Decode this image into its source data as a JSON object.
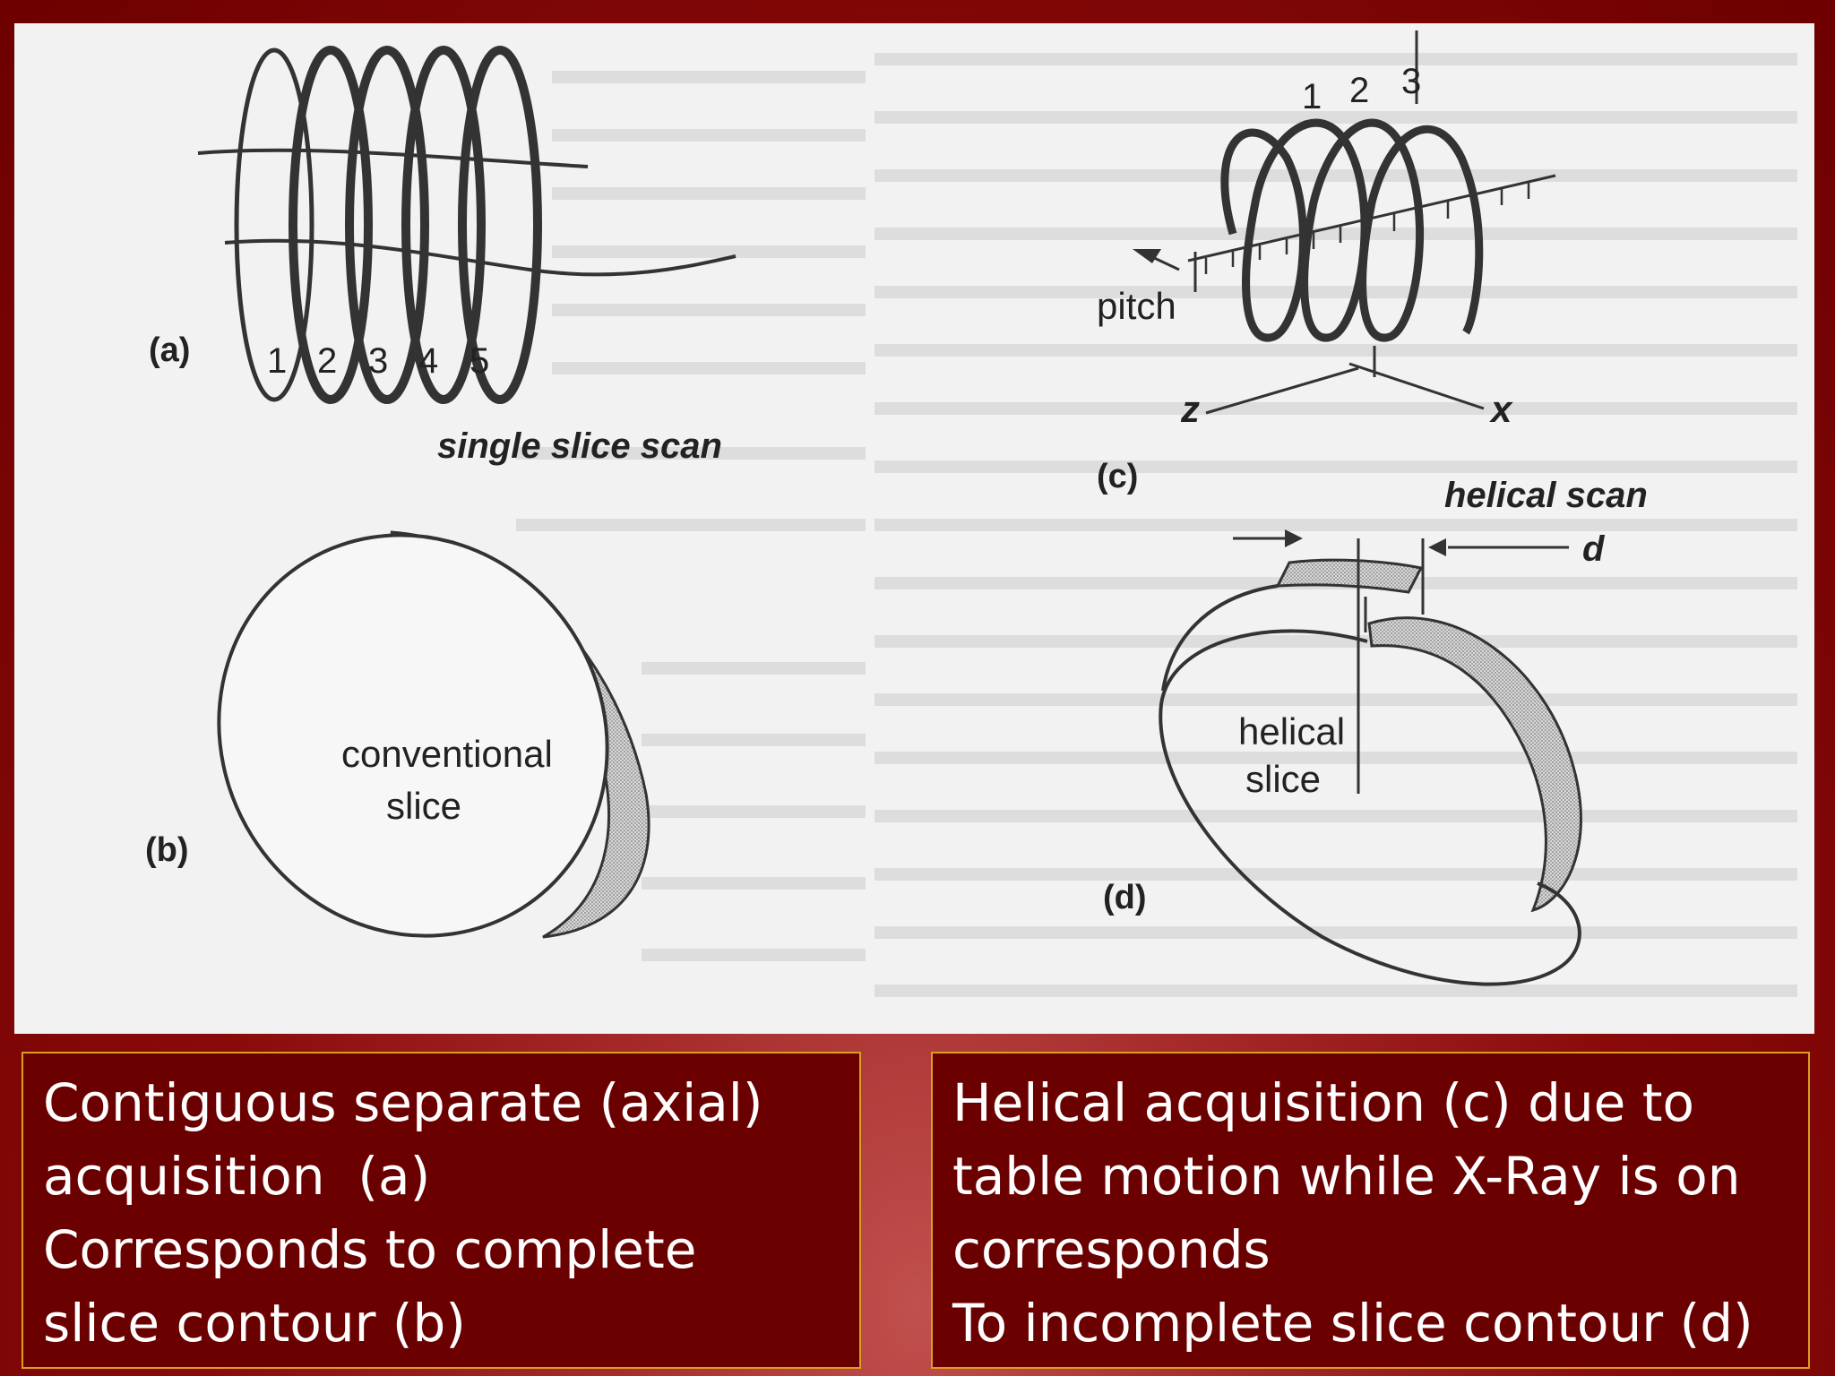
{
  "figure": {
    "panel_a": {
      "letter": "(a)",
      "ring_numbers": [
        "1",
        "2",
        "3",
        "4",
        "5"
      ],
      "title": "single slice scan"
    },
    "panel_b": {
      "letter": "(b)",
      "slice_label_line1": "conventional",
      "slice_label_line2": "slice"
    },
    "panel_c": {
      "letter": "(c)",
      "turn_numbers": [
        "1",
        "2",
        "3"
      ],
      "pitch_label": "pitch",
      "axis_z": "z",
      "axis_x": "x",
      "title": "helical scan"
    },
    "panel_d": {
      "letter": "(d)",
      "gap_label": "d",
      "slice_label_line1": "helical",
      "slice_label_line2": "slice"
    }
  },
  "captions": {
    "left": [
      "Contiguous separate (axial)",
      "acquisition  (a)",
      "Corresponds to complete",
      "slice contour (b)"
    ],
    "right": [
      "Helical acquisition (c) due to",
      "table motion while X-Ray is on",
      "corresponds",
      "To incomplete slice contour (d)"
    ]
  },
  "colors": {
    "background": "#8a0a0a",
    "caption_box": "#6b0000",
    "caption_border": "#d8a020",
    "caption_text": "#ffffff",
    "figure_panel": "#f2f2f2"
  }
}
